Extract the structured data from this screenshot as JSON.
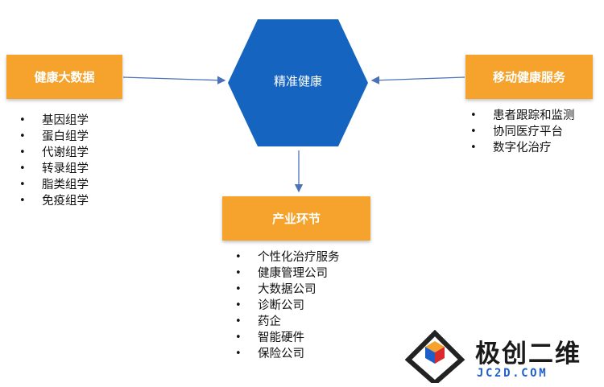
{
  "center": {
    "label": "精准健康",
    "color": "#1565c0"
  },
  "nodes": {
    "big_data": {
      "title": "健康大数据",
      "items": [
        "基因组学",
        "蛋白组学",
        "代谢组学",
        "转录组学",
        "脂类组学",
        "免疫组学"
      ]
    },
    "mobile_health": {
      "title": "移动健康服务",
      "items": [
        "患者跟踪和监测",
        "协同医疗平台",
        "数字化治疗"
      ]
    },
    "industry": {
      "title": "产业环节",
      "items": [
        "个性化治疗服务",
        "健康管理公司",
        "大数据公司",
        "诊断公司",
        "药企",
        "智能硬件",
        "保险公司"
      ]
    }
  },
  "box_color": "#f5a32c",
  "watermark": {
    "title": "极创二维",
    "url": "JC2D.COM"
  }
}
